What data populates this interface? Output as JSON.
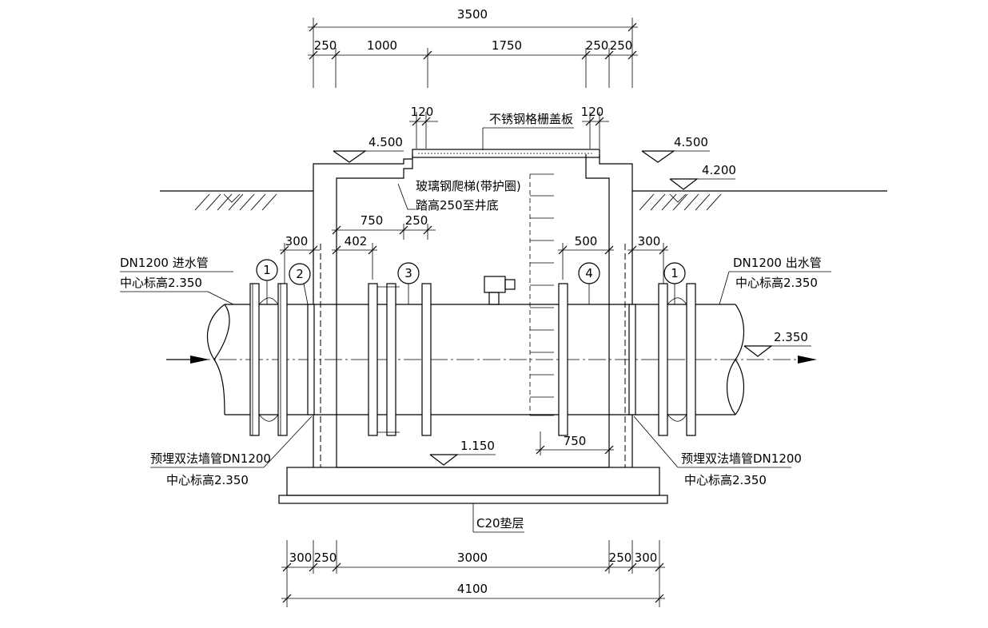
{
  "dims_top": {
    "overall": "3500",
    "segments": [
      "250",
      "1000",
      "1750",
      "250",
      "250"
    ]
  },
  "dims_bottom": {
    "overall": "4100",
    "segments": [
      "300",
      "250",
      "3000",
      "250",
      "300"
    ]
  },
  "inner_dims": {
    "cover_edge_left": "120",
    "cover_edge_right": "120",
    "left_750": "750",
    "left_250": "250",
    "left_300": "300",
    "left_402": "402",
    "right_500": "500",
    "right_300": "300",
    "bottom_750": "750"
  },
  "labels": {
    "grating_cover": "不锈钢格栅盖板",
    "ladder_line1": "玻璃钢爬梯(带护圈)",
    "ladder_line2": "踏高250至井底",
    "inlet_pipe": "DN1200  进水管",
    "inlet_center": "中心标高2.350",
    "outlet_pipe": "DN1200  出水管",
    "outlet_center": "中心标高2.350",
    "wall_pipe_left": "预埋双法墙管DN1200",
    "wall_pipe_left_center": "中心标高2.350",
    "wall_pipe_right": "预埋双法墙管DN1200",
    "wall_pipe_right_center": "中心标高2.350",
    "cushion": "C20垫层"
  },
  "elevations": {
    "top_left": "4.500",
    "top_right": "4.500",
    "ground_right": "4.200",
    "outlet": "2.350",
    "bottom": "1.150"
  },
  "callouts": [
    "1",
    "2",
    "3",
    "4",
    "1"
  ]
}
